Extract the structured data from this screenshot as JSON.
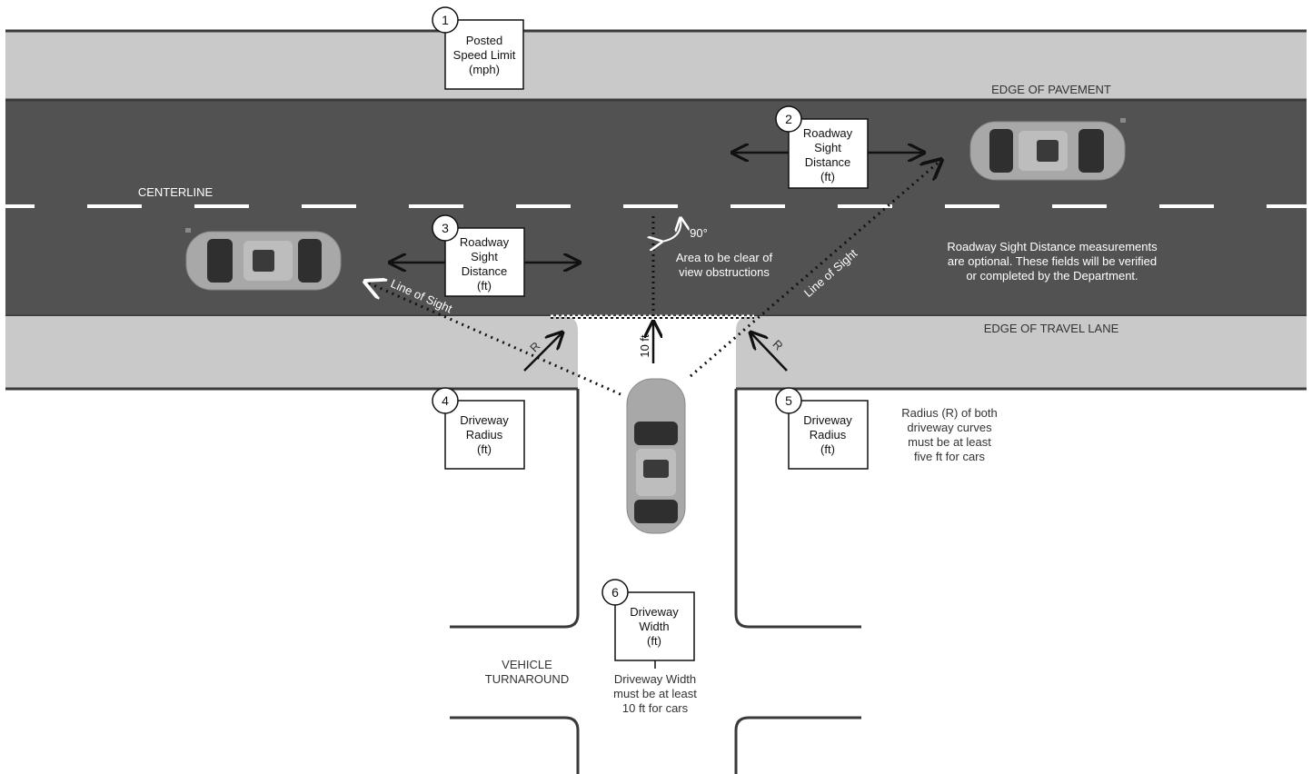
{
  "callouts": [
    {
      "number": "1",
      "lines": [
        "Posted",
        "Speed Limit",
        "(mph)"
      ]
    },
    {
      "number": "2",
      "lines": [
        "Roadway",
        "Sight",
        "Distance",
        "(ft)"
      ]
    },
    {
      "number": "3",
      "lines": [
        "Roadway",
        "Sight",
        "Distance",
        "(ft)"
      ]
    },
    {
      "number": "4",
      "lines": [
        "Driveway",
        "Radius",
        "(ft)"
      ]
    },
    {
      "number": "5",
      "lines": [
        "Driveway",
        "Radius",
        "(ft)"
      ]
    },
    {
      "number": "6",
      "lines": [
        "Driveway",
        "Width",
        "(ft)"
      ]
    }
  ],
  "labels": {
    "edge_of_pavement": "EDGE OF PAVEMENT",
    "centerline": "CENTERLINE",
    "edge_of_travel_lane": "EDGE OF TRAVEL LANE",
    "angle": "90°",
    "clear_area": [
      "Area to be clear of",
      "view obstructions"
    ],
    "line_of_sight": "Line of Sight",
    "radius_marker": "R",
    "setback": "10 ft",
    "sight_note": [
      "Roadway Sight Distance measurements",
      "are optional. These fields will be verified",
      "or completed by the Department."
    ],
    "radius_note": [
      "Radius (R) of both",
      "driveway curves",
      "must be at least",
      "five ft for cars"
    ],
    "turnaround": [
      "VEHICLE",
      "TURNAROUND"
    ],
    "width_note": [
      "Driveway Width",
      "must be at least",
      "10 ft for cars"
    ]
  },
  "colors": {
    "shoulder": "#c9c9c9",
    "travel_lane": "#525252",
    "pavement_edge": "#3a3a3a",
    "centerline": "#ffffff",
    "car_body": "#a9a9a9",
    "car_glass": "#2d2d2d"
  }
}
